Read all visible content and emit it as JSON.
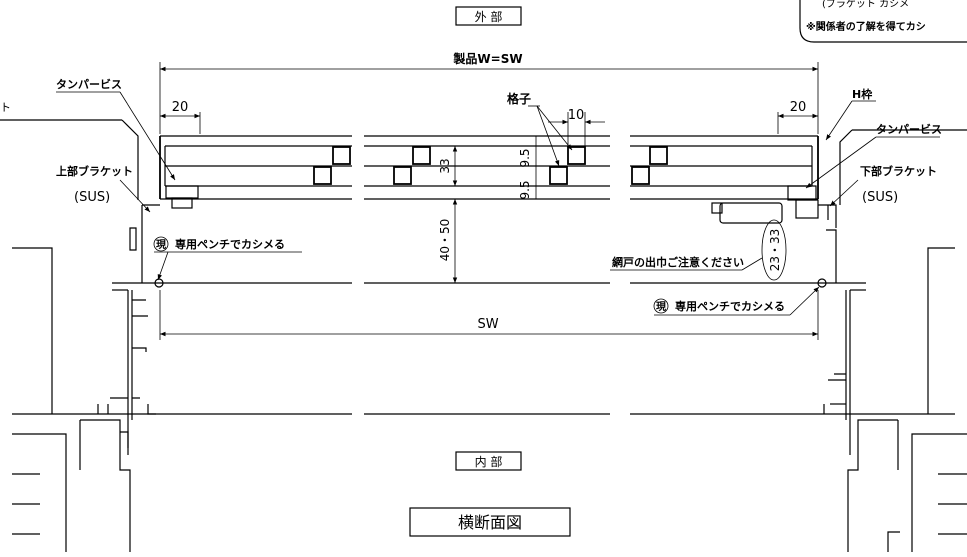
{
  "labels": {
    "exterior": "外 部",
    "interior": "内 部",
    "title": "横断面図",
    "product_width": "製品W=SW",
    "sw": "SW",
    "tamper_screw_left": "タンパービス",
    "tamper_screw_right": "タンパービス",
    "lattice": "格子",
    "h_frame": "H枠",
    "upper_bracket": "上部ブラケット",
    "upper_bracket_material": "(SUS)",
    "lower_bracket": "下部ブラケット",
    "lower_bracket_material": "(SUS)",
    "crimp_note_left": "専用ペンチでカシメる",
    "crimp_note_right": "専用ペンチでカシメる",
    "site_mark": "現",
    "screen_note": "網戸の出巾ご注意ください",
    "note_top_line": "(ブラケット カシメ",
    "note_bottom_line": "※関係者の了解を得てカシ",
    "left_edge_label": "ト"
  },
  "dimensions": {
    "left_offset": "20",
    "right_offset": "20",
    "lattice_width": "10",
    "gap_upper": "9.5",
    "gap_lower": "9.5",
    "depth": "33",
    "projection": "40・50",
    "screen_projection": "23・33"
  }
}
